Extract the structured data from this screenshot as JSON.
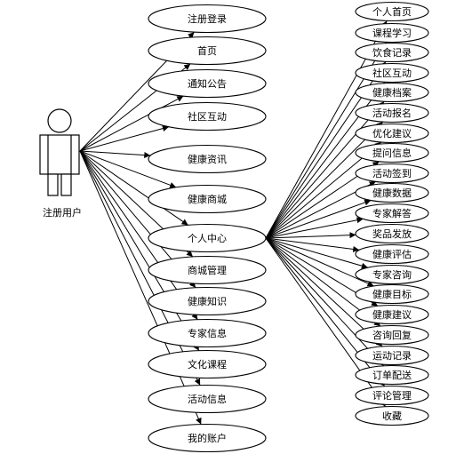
{
  "actor": {
    "label": "注册用户",
    "icon": "stick-figure-icon"
  },
  "use_cases": [
    {
      "label": "注册登录"
    },
    {
      "label": "首页"
    },
    {
      "label": "通知公告"
    },
    {
      "label": "社区互动"
    },
    {
      "label": "健康资讯"
    },
    {
      "label": "健康商城"
    },
    {
      "label": "个人中心"
    },
    {
      "label": "商城管理"
    },
    {
      "label": "健康知识"
    },
    {
      "label": "专家信息"
    },
    {
      "label": "文化课程"
    },
    {
      "label": "活动信息"
    },
    {
      "label": "我的账户"
    }
  ],
  "sub_cases": [
    {
      "label": "个人首页"
    },
    {
      "label": "课程学习"
    },
    {
      "label": "饮食记录"
    },
    {
      "label": "社区互动"
    },
    {
      "label": "健康档案"
    },
    {
      "label": "活动报名"
    },
    {
      "label": "优化建议"
    },
    {
      "label": "提问信息"
    },
    {
      "label": "活动签到"
    },
    {
      "label": "健康数据"
    },
    {
      "label": "专家解答"
    },
    {
      "label": "奖品发放"
    },
    {
      "label": "健康评估"
    },
    {
      "label": "专家咨询"
    },
    {
      "label": "健康目标"
    },
    {
      "label": "健康建议"
    },
    {
      "label": "咨询回复"
    },
    {
      "label": "运动记录"
    },
    {
      "label": "订单配送"
    },
    {
      "label": "评论管理"
    },
    {
      "label": "收藏"
    }
  ]
}
